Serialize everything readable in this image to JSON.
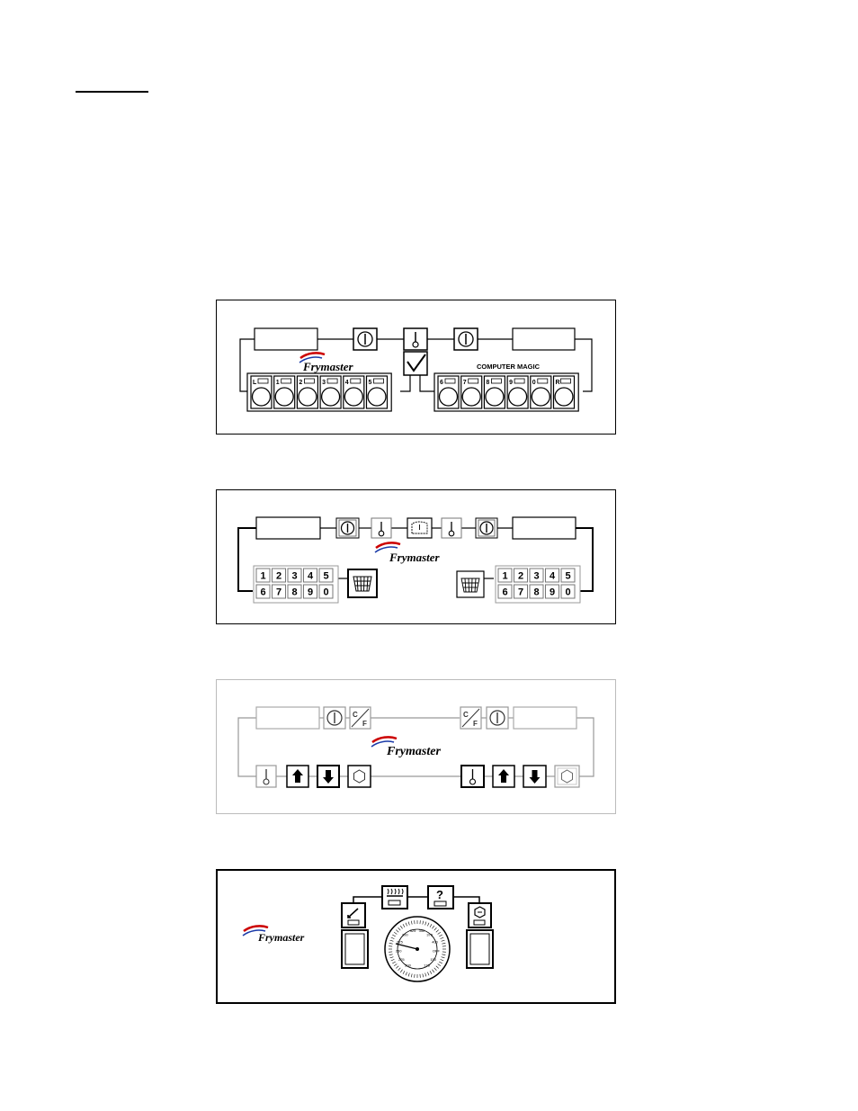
{
  "brand": {
    "name": "Frymaster",
    "swoosh_color": "#cc0000",
    "swoosh_color_2": "#1a3aa8"
  },
  "panel1": {
    "model_label": "COMPUTER MAGIC",
    "left_keys": [
      "L",
      "1",
      "2",
      "3",
      "4",
      "5"
    ],
    "right_keys": [
      "6",
      "7",
      "8",
      "9",
      "0",
      "R"
    ],
    "icons": [
      "power-icon",
      "thermometer-icon",
      "power-icon",
      "checkmark-icon"
    ]
  },
  "panel2": {
    "keypad": [
      "1",
      "2",
      "3",
      "4",
      "5",
      "6",
      "7",
      "8",
      "9",
      "0"
    ],
    "icons": [
      "power-icon",
      "thermometer-icon",
      "clock-icon",
      "thermometer-icon",
      "power-icon",
      "basket-icon"
    ]
  },
  "panel3": {
    "cf_top": "C",
    "cf_bottom": "F",
    "icons": [
      "power-icon",
      "thermometer-icon",
      "arrow-up-icon",
      "arrow-down-icon",
      "hexagon-icon"
    ]
  },
  "panel4": {
    "help_symbol": "?",
    "dial_ticks": [
      "200",
      "225",
      "250",
      "275",
      "300",
      "325",
      "350",
      "375",
      "400",
      "OFF",
      "150",
      "175"
    ],
    "icons": [
      "heat-icon",
      "help-icon",
      "melt-cycle-icon",
      "boil-out-icon",
      "temperature-dial-icon"
    ]
  }
}
